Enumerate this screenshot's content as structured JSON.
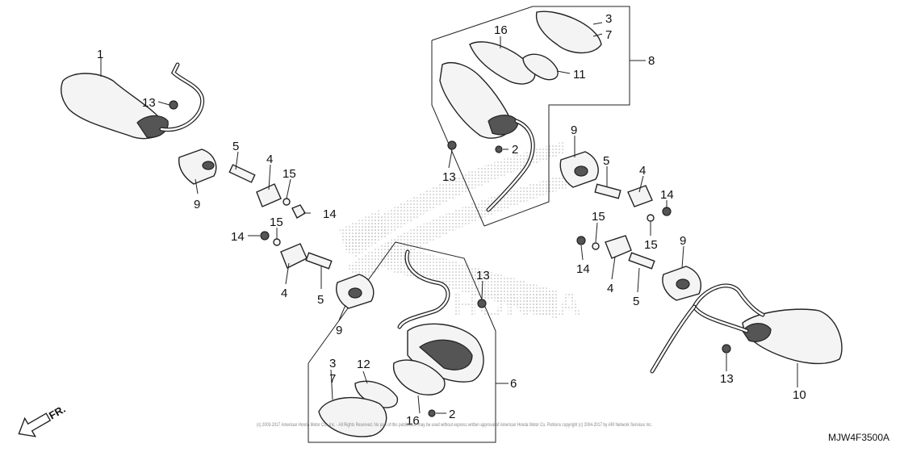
{
  "diagram": {
    "part_code": "MJW4F3500A",
    "direction_label": "FR.",
    "copyright": "(c) 2003-2017 American Honda Motor Co., Inc. - All Rights Reserved. No part of this publication may be used without express written approval of American Honda Motor Co. Portions copyright (c) 2004-2017 by ARI Network Services Inc.",
    "callouts": {
      "c1": "1",
      "c2a": "2",
      "c2b": "2",
      "c3a": "3",
      "c3b": "3",
      "c4a": "4",
      "c4b": "4",
      "c4c": "4",
      "c4d": "4",
      "c5a": "5",
      "c5b": "5",
      "c5c": "5",
      "c5d": "5",
      "c6": "6",
      "c7a": "7",
      "c7b": "7",
      "c8": "8",
      "c9a": "9",
      "c9b": "9",
      "c9c": "9",
      "c9d": "9",
      "c10": "10",
      "c11": "11",
      "c12": "12",
      "c13a": "13",
      "c13b": "13",
      "c13c": "13",
      "c13d": "13",
      "c14a": "14",
      "c14b": "14",
      "c14c": "14",
      "c14d": "14",
      "c15a": "15",
      "c15b": "15",
      "c15c": "15",
      "c15d": "15",
      "c16a": "16",
      "c16b": "16"
    }
  }
}
